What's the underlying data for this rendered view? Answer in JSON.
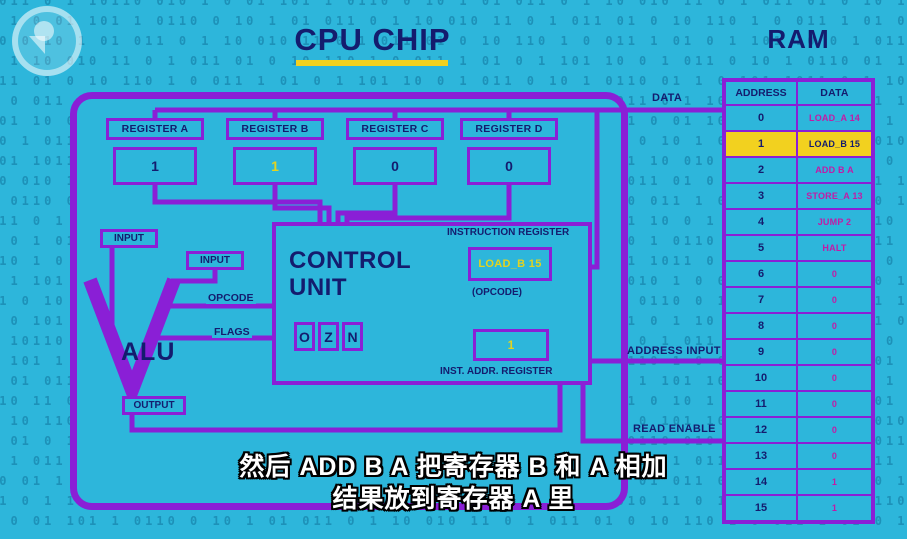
{
  "title": "CPU CHIP",
  "icons": {
    "brand_logo": "pbs-logo"
  },
  "binary_pattern": "1011 0 1 10110 010 1 0 01 101 1 0110 0 10 1 01 011 0 1 10 010 11 0 1 011 01 0 10 110 1 0 011 1 01 0 1 101 10 0 1 011 0 10 1 0110 01 1 0 101",
  "colors": {
    "background": "#2db6db",
    "purple": "#8a1fd6",
    "navy": "#141c6e",
    "yellow": "#f2d11f",
    "magenta": "#c21ba6",
    "value_yellow": "#e3d31f",
    "subtitle_white": "#ffffff"
  },
  "ram": {
    "label": "RAM",
    "col_address": "ADDRESS",
    "col_data": "DATA",
    "rows": [
      {
        "address": "0",
        "data": "LOAD_A 14",
        "highlight": false
      },
      {
        "address": "1",
        "data": "LOAD_B 15",
        "highlight": true
      },
      {
        "address": "2",
        "data": "ADD B A",
        "highlight": false
      },
      {
        "address": "3",
        "data": "STORE_A 13",
        "highlight": false
      },
      {
        "address": "4",
        "data": "JUMP 2",
        "highlight": false
      },
      {
        "address": "5",
        "data": "HALT",
        "highlight": false
      },
      {
        "address": "6",
        "data": "0",
        "highlight": false
      },
      {
        "address": "7",
        "data": "0",
        "highlight": false
      },
      {
        "address": "8",
        "data": "0",
        "highlight": false
      },
      {
        "address": "9",
        "data": "0",
        "highlight": false
      },
      {
        "address": "10",
        "data": "0",
        "highlight": false
      },
      {
        "address": "11",
        "data": "0",
        "highlight": false
      },
      {
        "address": "12",
        "data": "0",
        "highlight": false
      },
      {
        "address": "13",
        "data": "0",
        "highlight": false
      },
      {
        "address": "14",
        "data": "1",
        "highlight": false
      },
      {
        "address": "15",
        "data": "1",
        "highlight": false
      }
    ]
  },
  "registers": [
    {
      "label": "REGISTER A",
      "value": "1",
      "value_color": "#141c6e"
    },
    {
      "label": "REGISTER B",
      "value": "1",
      "value_color": "#e3d31f"
    },
    {
      "label": "REGISTER C",
      "value": "0",
      "value_color": "#141c6e"
    },
    {
      "label": "REGISTER D",
      "value": "0",
      "value_color": "#141c6e"
    }
  ],
  "control_unit": {
    "title_line1": "CONTROL",
    "title_line2": "UNIT",
    "instruction_register_label": "INSTRUCTION REGISTER",
    "instruction_value": "LOAD_B 15",
    "opcode_caption": "(OPCODE)",
    "flags": [
      "O",
      "Z",
      "N"
    ],
    "inst_addr_value": "1",
    "inst_addr_label": "INST. ADDR. REGISTER"
  },
  "alu": {
    "label": "ALU",
    "input1": "INPUT",
    "input2": "INPUT",
    "opcode": "OPCODE",
    "flags": "FLAGS",
    "output": "OUTPUT"
  },
  "buses": {
    "data": "DATA",
    "address_input": "ADDRESS INPUT",
    "read_enable": "READ ENABLE"
  },
  "subtitles": {
    "line1": "然后 ADD B A 把寄存器 B 和 A 相加",
    "line2": "结果放到寄存器 A 里"
  }
}
